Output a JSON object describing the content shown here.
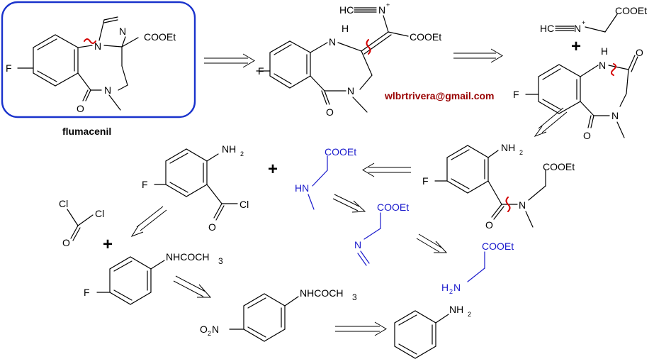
{
  "target_label": "flumacenil",
  "author_email": "wlbrtrivera@gmail.com",
  "colors": {
    "box_border": "#1a33cc",
    "disconnection_mark": "#d40000",
    "reagent_blue": "#1a1acc",
    "email": "#990000"
  },
  "labels": {
    "F": "F",
    "N": "N",
    "Nplus": "N",
    "plus_charge": "+",
    "HC": "HC",
    "H": "H",
    "NH": "NH",
    "HN": "HN",
    "O": "O",
    "Cl": "Cl",
    "COOEt": "COOEt",
    "NH2": "NH",
    "sub2": "2",
    "H2N": "H",
    "NHCOCH": "NHCOCH",
    "sub3": "3",
    "O2N": "O",
    "plus_sign": "+"
  }
}
